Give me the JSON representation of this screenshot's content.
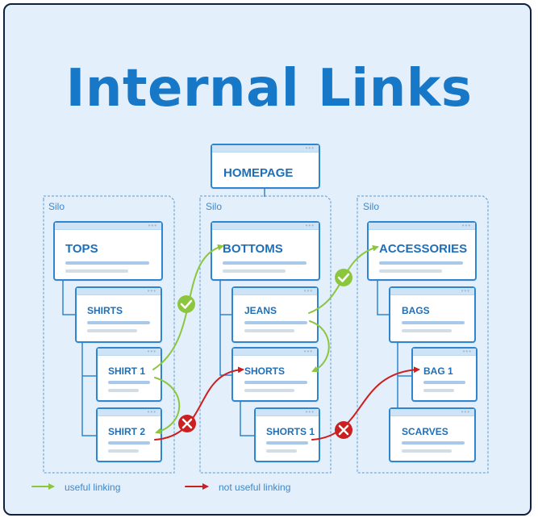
{
  "title": "Internal Links",
  "homepage": "HOMEPAGE",
  "silos": [
    {
      "label": "Silo",
      "pages": [
        "TOPS",
        "SHIRTS",
        "SHIRT 1",
        "SHIRT 2"
      ]
    },
    {
      "label": "Silo",
      "pages": [
        "BOTTOMS",
        "JEANS",
        "SHORTS",
        "SHORTS 1"
      ]
    },
    {
      "label": "Silo",
      "pages": [
        "ACCESSORIES",
        "BAGS",
        "BAG 1",
        "SCARVES"
      ]
    }
  ],
  "legend": {
    "useful": "useful linking",
    "not_useful": "not useful linking"
  },
  "colors": {
    "brand_blue": "#1878c8",
    "useful_green": "#8cc63f",
    "not_useful_red": "#cc1f1f"
  },
  "icons": {
    "useful": "check-icon",
    "not_useful": "cross-icon"
  }
}
